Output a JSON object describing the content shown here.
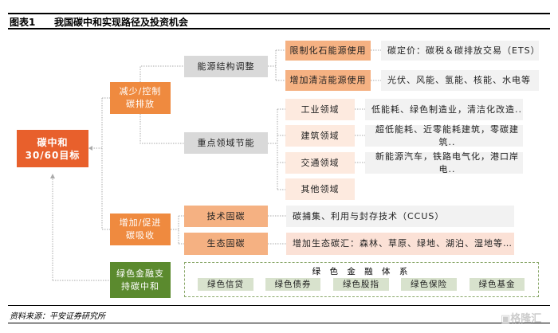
{
  "header": {
    "label": "图表1",
    "title": "我国碳中和实现路径及投资机会"
  },
  "root": {
    "line1": "碳中和",
    "line2": "30/60目标"
  },
  "reduce": {
    "line1": "减少/控制",
    "line2": "碳排放",
    "energy": {
      "label": "能源结构调整",
      "items": [
        {
          "label": "限制化石能源使用",
          "desc": "碳定价：碳税＆碳排放交易（ETS）"
        },
        {
          "label": "增加清洁能源使用",
          "desc": "光伏、风能、氢能、核能、水电等"
        }
      ]
    },
    "sectors": {
      "label": "重点领域节能",
      "items": [
        {
          "label": "工业领域",
          "desc": "低能耗、绿色制造业，清洁化改造.."
        },
        {
          "label": "建筑领域",
          "desc": "超低能耗、近零能耗建筑，零碳建筑.."
        },
        {
          "label": "交通领域",
          "desc": "新能源汽车，铁路电气化，港口岸电.."
        },
        {
          "label": "其他领域",
          "desc": ""
        }
      ]
    }
  },
  "absorb": {
    "line1": "增加/促进",
    "line2": "碳吸收",
    "items": [
      {
        "label": "技术固碳",
        "desc": "碳捕集、利用与封存技术（CCUS）"
      },
      {
        "label": "生态固碳",
        "desc": "增加生态碳汇：森林、草原、绿地、湖泊、湿地等…"
      }
    ]
  },
  "finance": {
    "line1": "绿色金融支",
    "line2": "持碳中和",
    "system": "绿 色 金 融 体 系",
    "items": [
      "绿色信贷",
      "绿色债券",
      "绿色股指",
      "绿色保险",
      "绿色基金"
    ]
  },
  "footer": {
    "source": "资料来源：平安证券研究所",
    "watermark": "格隆汇"
  }
}
